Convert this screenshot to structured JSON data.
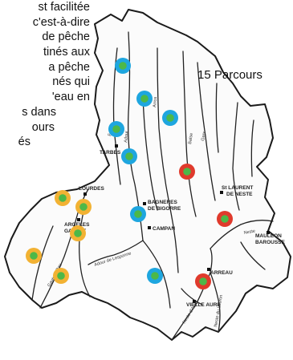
{
  "side_text_lines": [
    "st facilitée",
    "c'est-à-dire",
    "de  pêche",
    "tinés aux",
    "a  pêche",
    "nés  qui",
    "'eau en",
    "s dans",
    "ours",
    "és"
  ],
  "headline": "15 Parcours",
  "towns": {
    "tarbes": "TARBES",
    "lourdes": "LOURDES",
    "argeles": "ARGELES",
    "gazost": "GAZOST",
    "bagneres": "BAGNERES",
    "bigorre": "DE BIGORRE",
    "campan": "CAMPAN",
    "st_laurent": "St LAURENT",
    "neste": "DE NESTE",
    "arreau": "ARREAU",
    "vielle_aure": "VIELLE AURE",
    "mauleon": "MAULEON",
    "barousse": "BAROUSSE"
  },
  "rivers": {
    "adour": "Adour",
    "echez": "Echez",
    "arros": "Arros",
    "baise": "Baïse",
    "gers": "Gers",
    "neste": "Neste",
    "gave": "Gave de Pau",
    "adour_lesponne": "Adour de Lesponne",
    "aure": "Neste d'Aure",
    "louron": "Neste du Louron"
  },
  "markers": [
    {
      "category": "blue",
      "color": "#1ea6df"
    },
    {
      "category": "blue",
      "color": "#1ea6df"
    },
    {
      "category": "blue",
      "color": "#1ea6df"
    },
    {
      "category": "blue",
      "color": "#1ea6df"
    },
    {
      "category": "blue",
      "color": "#1ea6df"
    },
    {
      "category": "blue",
      "color": "#1ea6df"
    },
    {
      "category": "blue",
      "color": "#1ea6df"
    },
    {
      "category": "red",
      "color": "#e03a2c"
    },
    {
      "category": "red",
      "color": "#e03a2c"
    },
    {
      "category": "red",
      "color": "#e03a2c"
    },
    {
      "category": "orange",
      "color": "#f2b233"
    },
    {
      "category": "orange",
      "color": "#f2b233"
    },
    {
      "category": "orange",
      "color": "#f2b233"
    },
    {
      "category": "orange",
      "color": "#f2b233"
    },
    {
      "category": "orange",
      "color": "#f2b233"
    }
  ],
  "marker_center_color": "#4db848"
}
